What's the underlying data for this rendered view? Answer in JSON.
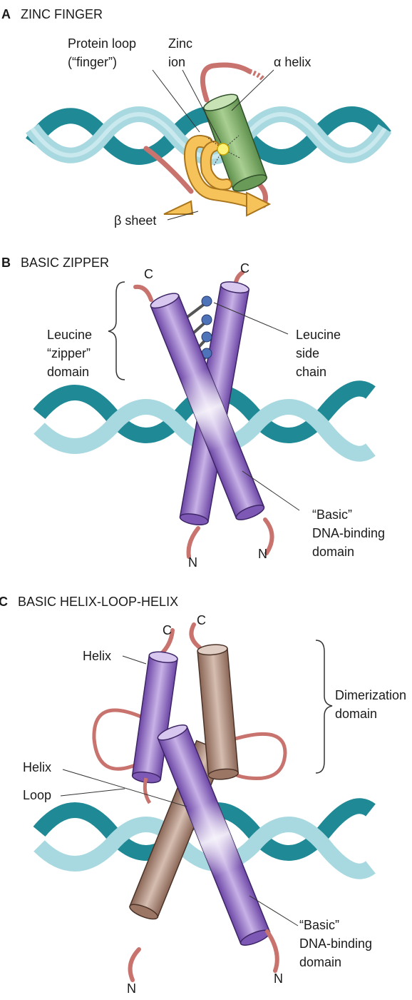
{
  "colors": {
    "dna_dark": "#1f8a96",
    "dna_light": "#a9d9e0",
    "alpha_helix": "#7fae6a",
    "beta_sheet": "#f6c25a",
    "zinc": "#fff27a",
    "loop": "#c8736e",
    "purple": "#9a72c8",
    "brown": "#b79180",
    "leucine": "#4f73b9"
  },
  "panel_a": {
    "letter": "A",
    "title": "ZINC FINGER",
    "protein_loop": "Protein loop\n(“finger”)",
    "zinc_ion": "Zinc\nion",
    "alpha_helix": "α helix",
    "beta_sheet": "β sheet"
  },
  "panel_b": {
    "letter": "B",
    "title": "BASIC ZIPPER",
    "leucine_zipper": "Leucine\n“zipper”\ndomain",
    "leucine_side_chain": "Leucine\nside\nchain",
    "basic_domain": "“Basic”\nDNA-binding\ndomain",
    "c_left": "C",
    "c_right": "C",
    "n_left": "N",
    "n_right": "N"
  },
  "panel_c": {
    "letter": "C",
    "title": "BASIC HELIX-LOOP-HELIX",
    "helix_top": "Helix",
    "dimerization": "Dimerization\ndomain",
    "helix_mid": "Helix",
    "loop": "Loop",
    "basic_domain": "“Basic”\nDNA-binding\ndomain",
    "c_left": "C",
    "c_right": "C",
    "n_left": "N",
    "n_right": "N"
  }
}
